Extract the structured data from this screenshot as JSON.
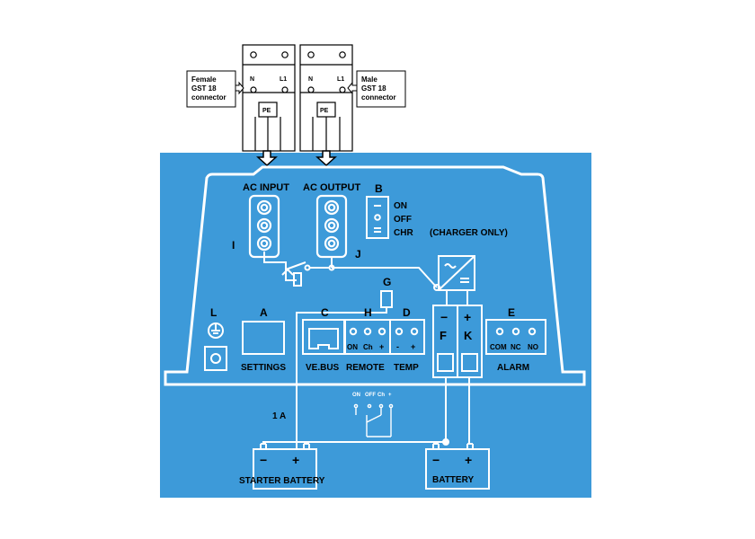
{
  "connectors": {
    "female": {
      "line1": "Female",
      "line2": "GST 18",
      "line3": "connector"
    },
    "male": {
      "line1": "Male",
      "line2": "GST 18",
      "line3": "connector"
    },
    "n_label": "N",
    "l1_label": "L1",
    "pe_label": "PE"
  },
  "panel": {
    "ac_input": "AC INPUT",
    "ac_output": "AC OUTPUT",
    "switch_letter": "B",
    "switch_on": "ON",
    "switch_off": "OFF",
    "switch_chr": "CHR",
    "charger_only": "(CHARGER ONLY)",
    "letter_i": "I",
    "letter_j": "J",
    "letter_g": "G",
    "letter_l": "L",
    "letter_a": "A",
    "letter_c": "C",
    "letter_h": "H",
    "letter_d": "D",
    "letter_e": "E",
    "letter_f": "F",
    "letter_k": "K",
    "minus": "−",
    "plus": "+",
    "remote_on": "ON",
    "remote_ch": "Ch",
    "remote_plus": "+",
    "temp_minus": "-",
    "temp_plus": "+",
    "alarm_com": "COM",
    "alarm_nc": "NC",
    "alarm_no": "NO",
    "settings": "SETTINGS",
    "vebus": "VE.BUS",
    "remote": "REMOTE",
    "temp": "TEMP",
    "alarm": "ALARM"
  },
  "lower": {
    "switch_on": "ON",
    "switch_off": "OFF",
    "switch_ch": "Ch",
    "switch_plus": "+",
    "fuse": "1 A",
    "starter_minus": "−",
    "starter_plus": "+",
    "starter_label": "STARTER  BATTERY",
    "battery_minus": "−",
    "battery_plus": "+",
    "battery_label": "BATTERY"
  },
  "colors": {
    "panel_blue": "#3d9ad9",
    "line_white": "#ffffff",
    "text_dark": "#000000"
  }
}
